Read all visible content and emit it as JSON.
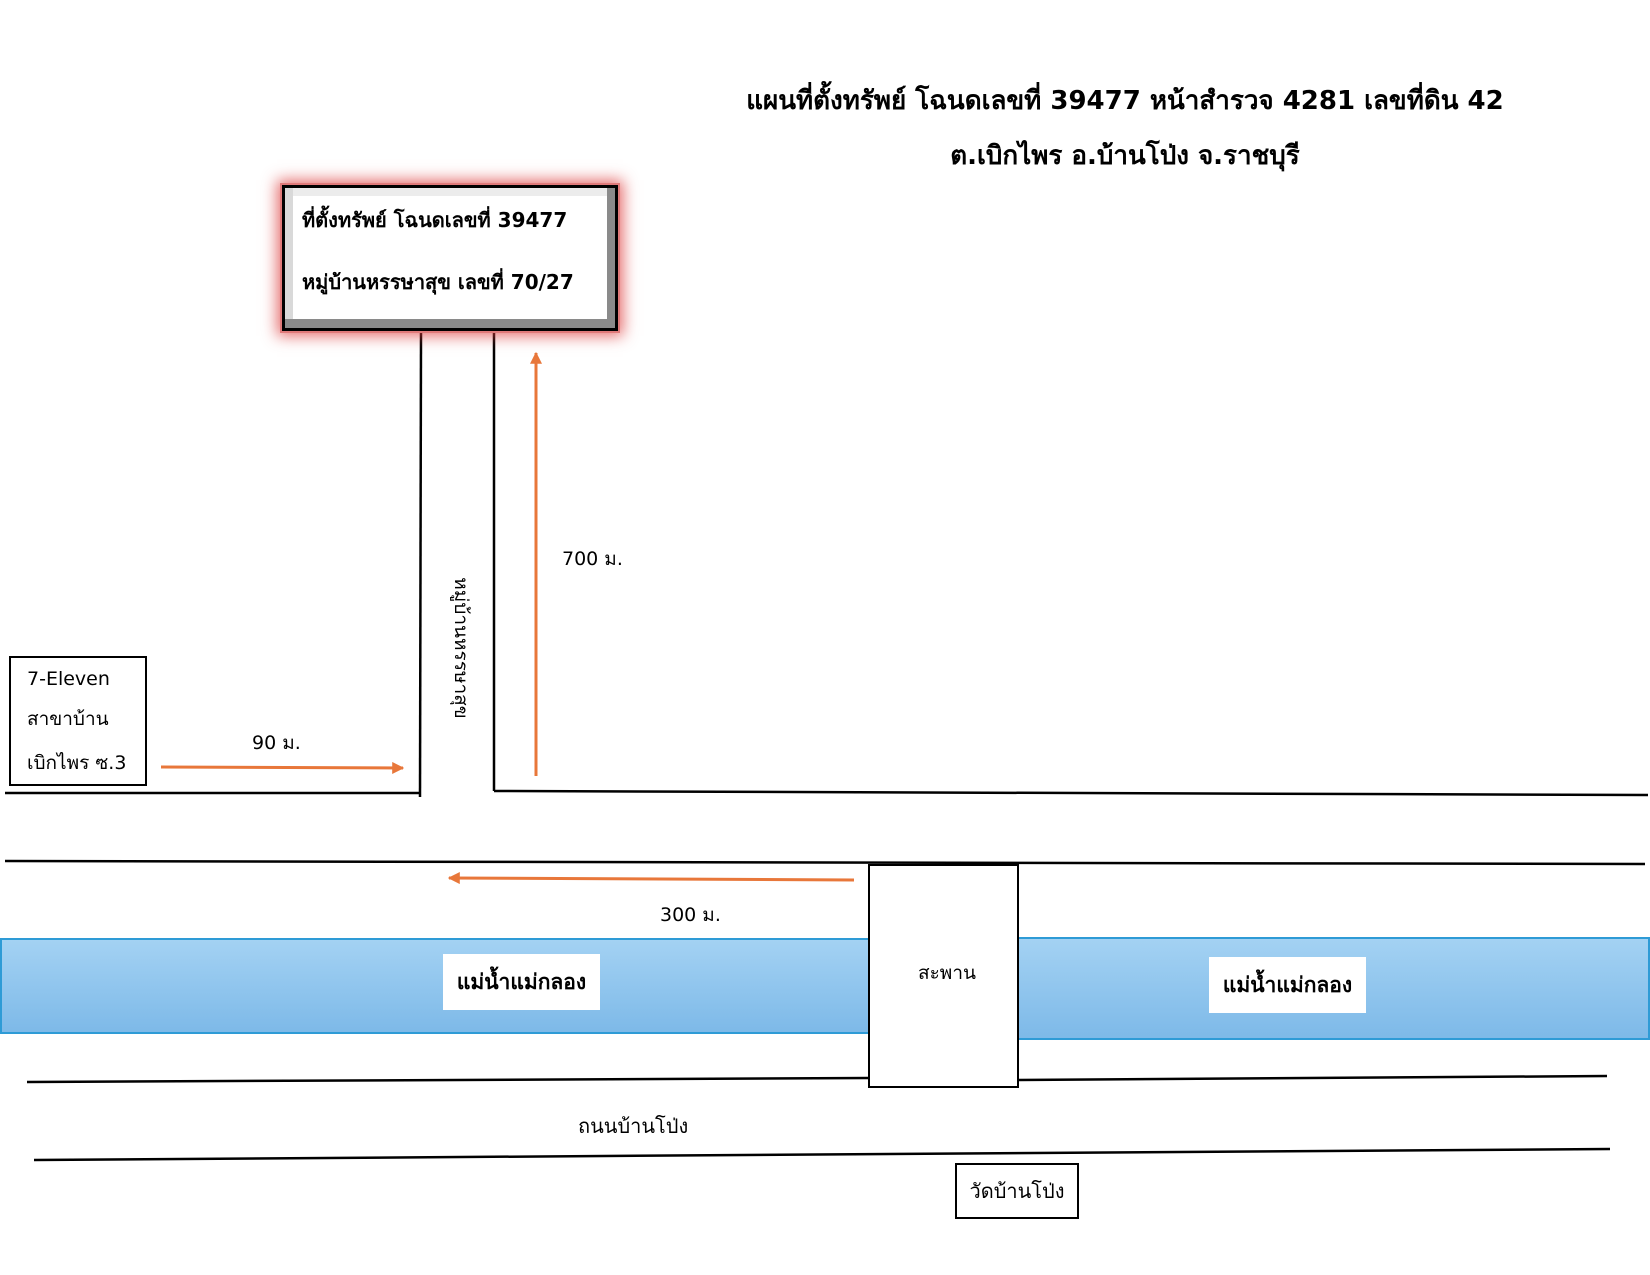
{
  "title": {
    "line1": "แผนที่ตั้งทรัพย์ โฉนดเลขที่ 39477 หน้าสำรวจ 4281 เลขที่ดิน 42",
    "line2": "ต.เบิกไพร อ.บ้านโป่ง จ.ราชบุรี"
  },
  "location_box": {
    "line1": "ที่ตั้งทรัพย์ โฉนดเลขที่ 39477",
    "line2": "หมู่บ้านหรรษาสุข เลขที่ 70/27"
  },
  "seven_eleven": {
    "line1": "7-Eleven",
    "line2": "สาขาบ้าน",
    "line3": "เบิกไพร ซ.3"
  },
  "distances": {
    "d90": "90 ม.",
    "d700": "700 ม.",
    "d300": "300 ม."
  },
  "roads": {
    "village_road": "หมู่บ้านหรรษาสุข",
    "main_road": "ถนนบ้านโป่ง"
  },
  "river": {
    "left_label": "แม่น้ำแม่กลอง",
    "right_label": "แม่น้ำแม่กลอง"
  },
  "bridge": {
    "label": "สะพาน"
  },
  "temple": {
    "label": "วัดบ้านโป่ง"
  },
  "colors": {
    "arrow": "#E8773A",
    "river_top": "#A4D2F3",
    "river_bottom": "#7DB9E8",
    "river_border": "#2E9BD6",
    "highlight_glow": "#DC3C3C"
  }
}
